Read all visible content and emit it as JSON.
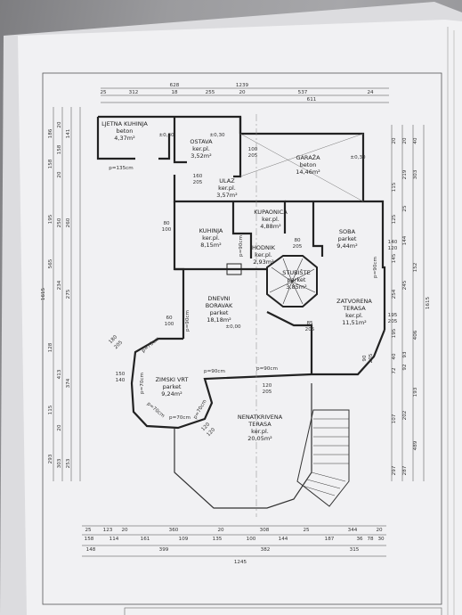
{
  "plan": {
    "rooms": [
      {
        "id": "ljetna-kuhinja",
        "lines": [
          "LJETNA KUHINJA",
          "beton",
          "4,37m²"
        ]
      },
      {
        "id": "ostava",
        "lines": [
          "OSTAVA",
          "ker.pl.",
          "3,52m²"
        ]
      },
      {
        "id": "garaza",
        "lines": [
          "GARAŽA",
          "beton",
          "14,46m²"
        ]
      },
      {
        "id": "ulaz",
        "lines": [
          "ULAZ",
          "ker.pl.",
          "3,57m²"
        ]
      },
      {
        "id": "kupaonica",
        "lines": [
          "KUPAONICA",
          "ker.pl.",
          "4,88m²"
        ]
      },
      {
        "id": "kuhinja",
        "lines": [
          "KUHINJA",
          "ker.pl.",
          "8,15m²"
        ]
      },
      {
        "id": "soba",
        "lines": [
          "SOBA",
          "parket",
          "9,44m²"
        ]
      },
      {
        "id": "hodnik",
        "lines": [
          "HODNIK",
          "ker.pl.",
          "2,93m²"
        ]
      },
      {
        "id": "stubiste",
        "lines": [
          "STUBIŠTE",
          "parket",
          "3,85m²"
        ]
      },
      {
        "id": "dnevni-boravak",
        "lines": [
          "DNEVNI",
          "BORAVAK",
          "parket",
          "18,18m²"
        ]
      },
      {
        "id": "zatvorena-terasa",
        "lines": [
          "ZATVORENA",
          "TERASA",
          "ker.pl.",
          "11,51m²"
        ]
      },
      {
        "id": "zimski-vrt",
        "lines": [
          "ZIMSKI VRT",
          "parket",
          "9,24m²"
        ]
      },
      {
        "id": "nenatkrivena-terasa",
        "lines": [
          "NENATKRIVENA",
          "TERASA",
          "ker.pl.",
          "20,05m²"
        ]
      }
    ],
    "level_marks": [
      "±0,30",
      "±0,30",
      "±0,30",
      "±0,00"
    ],
    "openings": [
      "p=135cm",
      "100",
      "205",
      "160",
      "205",
      "80",
      "100",
      "p=90cm",
      "80",
      "205",
      "140",
      "120",
      "p=90cm",
      "60",
      "100",
      "p=90cm",
      "85",
      "205",
      "195",
      "205",
      "p=70cm",
      "150",
      "140",
      "p=70cm",
      "p=70cm",
      "p=90cm",
      "p=70cm",
      "p=70cm",
      "p=90cm",
      "120",
      "205",
      "90",
      "205",
      "180",
      "205",
      "120",
      "120"
    ],
    "dims": {
      "top_row1": [
        "628",
        "1239"
      ],
      "top_row2": [
        "25",
        "312",
        "18",
        "255",
        "20",
        "537",
        "24"
      ],
      "top_row3": [
        "611"
      ],
      "bottom_row1": [
        "25",
        "123",
        "20",
        "360",
        "20",
        "308",
        "25",
        "344",
        "20"
      ],
      "bottom_row2": [
        "158",
        "114",
        "161",
        "109",
        "135",
        "100",
        "144",
        "187",
        "36",
        "78",
        "30"
      ],
      "bottom_row3": [
        "148",
        "399",
        "382",
        "315"
      ],
      "bottom_row4": [
        "1245"
      ],
      "left_col1": [
        "186",
        "158",
        "195",
        "565",
        "128",
        "115",
        "293"
      ],
      "left_col2": [
        "20",
        "158",
        "20",
        "250",
        "234",
        "413",
        "20",
        "303"
      ],
      "left_col3": [
        "141",
        "260",
        "275",
        "374",
        "253"
      ],
      "left_total": [
        "1615"
      ],
      "right_col1": [
        "20",
        "115",
        "125",
        "145",
        "254",
        "195",
        "40",
        "72",
        "107",
        "297"
      ],
      "right_col2": [
        "20",
        "219",
        "25",
        "144",
        "245",
        "93",
        "92",
        "202",
        "287"
      ],
      "right_col3": [
        "40",
        "303",
        "152",
        "406",
        "193",
        "489"
      ],
      "right_total": [
        "1615"
      ]
    }
  }
}
